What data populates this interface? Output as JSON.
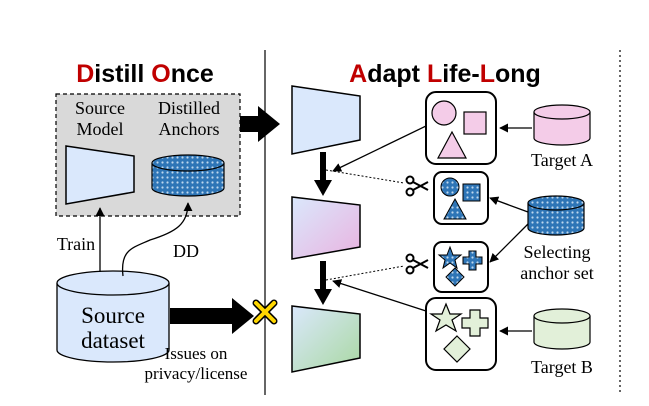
{
  "left_panel": {
    "title": {
      "part1_red": "D",
      "part1_rest": "istill ",
      "part2_red": "O",
      "part2_rest": "nce"
    },
    "source_model": [
      "Source",
      "Model"
    ],
    "distilled_anchors": [
      "Distilled",
      "Anchors"
    ],
    "train_label": "Train",
    "dd_label": "DD",
    "source_dataset": [
      "Source",
      "dataset"
    ],
    "issues": [
      "Issues on",
      "privacy/license"
    ]
  },
  "right_panel": {
    "title": {
      "a_red": "A",
      "a_rest": "dapt ",
      "l1_red": "L",
      "l1_rest": "ife-",
      "l2_red": "L",
      "l2_rest": "ong"
    },
    "target_a": "Target A",
    "target_b": "Target B",
    "selecting": [
      "Selecting",
      "anchor set"
    ]
  },
  "colors": {
    "accent_red": "#c00000",
    "panel_grey": "#d9d9d9",
    "model_blue": "#dae8fc",
    "anchor_blue": "#2e75b6",
    "target_a_pink": "#f4cce8",
    "target_b_green": "#e2f0d9",
    "cross_yellow": "#ffd700"
  },
  "icons": [
    "scissors-icon",
    "cross-icon",
    "database-icon"
  ]
}
